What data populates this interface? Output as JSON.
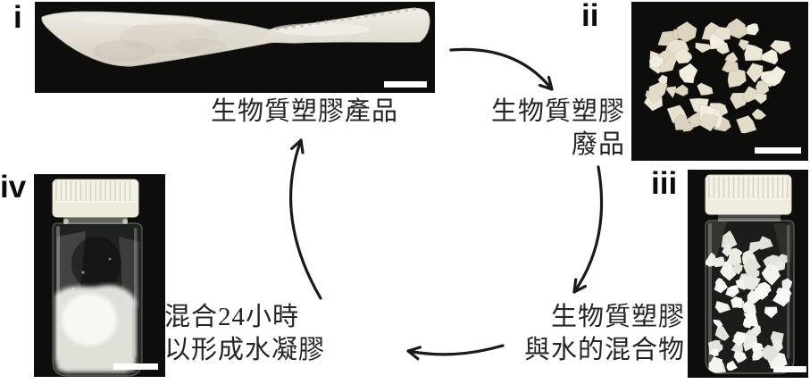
{
  "figure_type": "process-cycle-figure",
  "cycle_order": [
    "i",
    "ii",
    "iii",
    "iv"
  ],
  "panels": {
    "i": {
      "label": "i",
      "photo": "white-bioplastic-knife-on-black",
      "caption_lines": [
        "生物質塑膠產品"
      ],
      "has_scale_bar": true
    },
    "ii": {
      "label": "ii",
      "photo": "white-bioplastic-waste-chunks-on-black",
      "caption_lines": [
        "生物質塑膠",
        "廢品"
      ],
      "has_scale_bar": true
    },
    "iii": {
      "label": "iii",
      "photo": "glass-vial-with-bioplastic-water-mixture",
      "caption_lines": [
        "生物質塑膠",
        "與水的混合物"
      ],
      "has_scale_bar": true
    },
    "iv": {
      "label": "iv",
      "photo": "glass-vial-with-white-hydrogel",
      "caption_lines": [
        "混合24小時",
        "以形成水凝膠"
      ],
      "has_scale_bar": true
    }
  },
  "icons": {
    "scale_bar": "white-horizontal-bar",
    "arrows": "hand-drawn-curved-arrows-clockwise"
  },
  "colors": {
    "background": "#ffffff",
    "panel_background": "#0d0d0c",
    "caption_text": "#242424",
    "label_text": "#0c0c0c",
    "arrow": "#1a1a1a",
    "scale_bar": "#ffffff",
    "specimen_white": "#e9e3d4",
    "vial_cap_white": "#f4f1e6"
  }
}
